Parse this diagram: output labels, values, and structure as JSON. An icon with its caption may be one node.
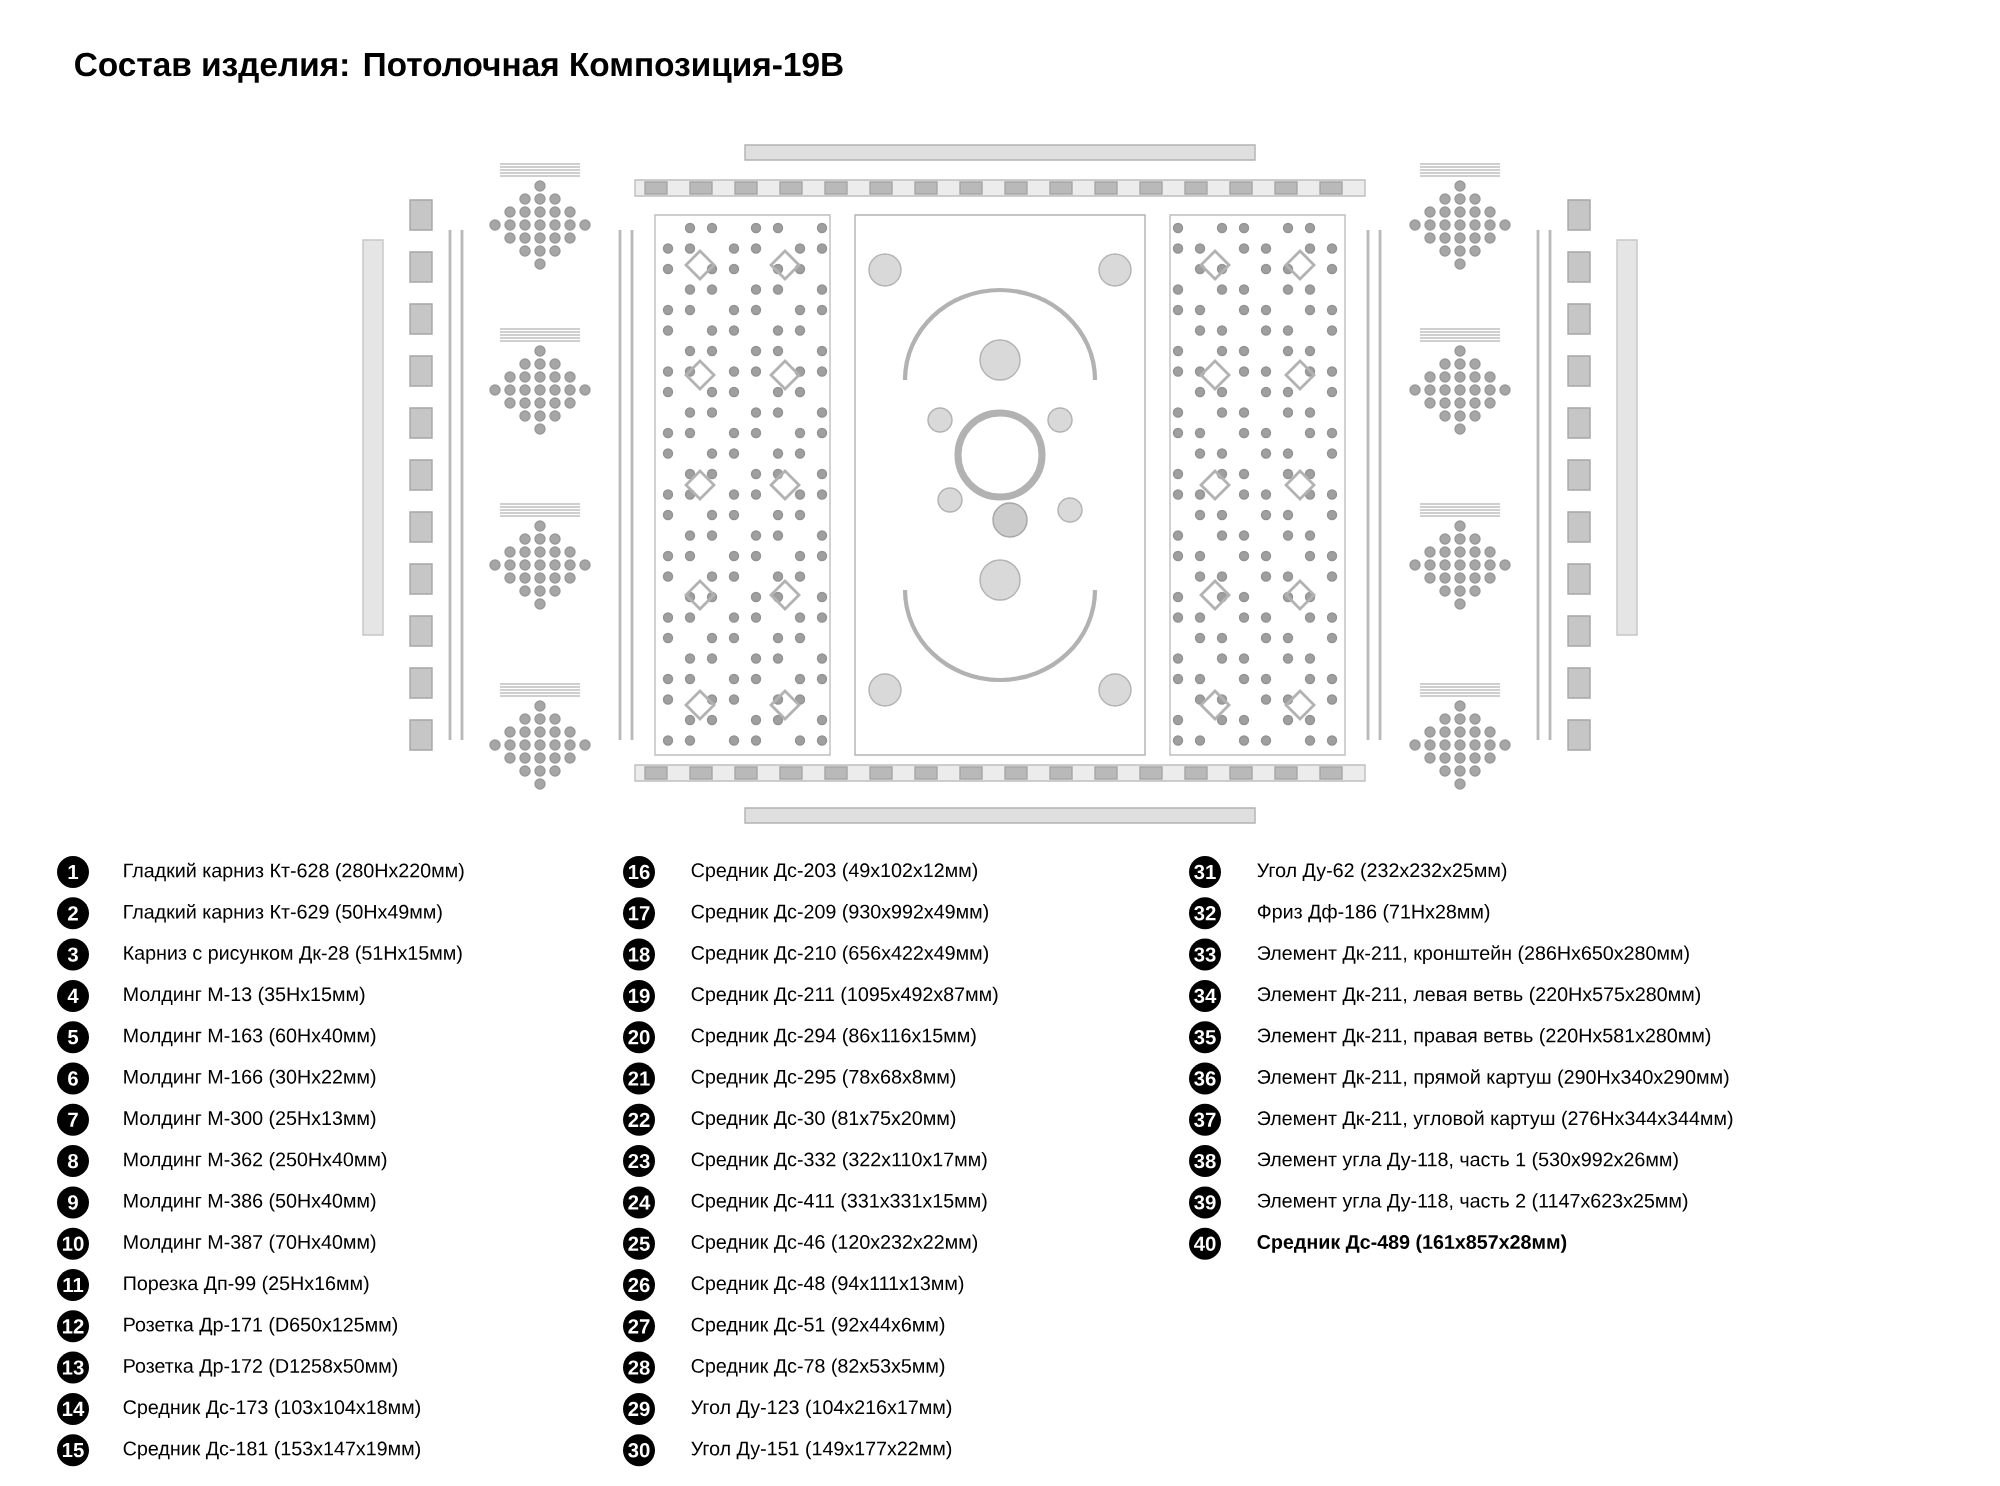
{
  "diagram": {
    "title": "Состав изделия: Потолочная Композиция-19В",
    "labels": [
      "1",
      "Гладкий карниз Кт-628 (280Нх220мм)",
      "2",
      "Гладкий карниз Кт-629 (50Нх49мм)",
      "3",
      "Карниз с рисунком Дк-28 (51Нх15мм)",
      "4",
      "Молдинг М-13 (35Нх15мм)",
      "5",
      "Молдинг М-163 (60Нх40мм)",
      "6",
      "Молдинг М-166 (30Нх22мм)",
      "7",
      "Молдинг М-300 (25Нх13мм)",
      "8",
      "Молдинг М-362 (250Нх40мм)",
      "9",
      "Молдинг М-386 (50Нх40мм)",
      "10",
      "Молдинг М-387 (70Нх40мм)",
      "11",
      "Порезка Дп-99 (25Нх16мм)",
      "12",
      "Розетка Др-171 (D650х125мм)",
      "13",
      "Розетка Др-172 (D1258х50мм)",
      "14",
      "Средник Дс-173 (103х104х18мм)",
      "15",
      "Средник Дс-181 (153х147х19мм)",
      "16",
      "Средник Дс-203 (49х102х12мм)",
      "17",
      "Средник Дс-209 (930х992х49мм)",
      "18",
      "Средник Дс-210 (656х422х49мм)",
      "19",
      "Средник Дс-211 (1095х492х87мм)",
      "20",
      "Средник Дс-294 (86х116х15мм)",
      "21",
      "Средник Дс-295 (78х68х8мм)",
      "22",
      "Средник Дс-30 (81х75х20мм)",
      "23",
      "Средник Дс-332 (322х110х17мм)",
      "24",
      "Средник Дс-411 (331х331х15мм)",
      "25",
      "Средник Дс-46 (120х232х22мм)",
      "26",
      "Средник Дс-48 (94х111х13мм)",
      "27",
      "Средник Дс-51 (92х44х6мм)",
      "28",
      "Средник Дс-78 (82х53х5мм)",
      "29",
      "Угол Ду-123 (104х216х17мм)",
      "30",
      "Угол Ду-151 (149х177х22мм)",
      "31",
      "Угол Ду-62 (232х232х25мм)",
      "32",
      "Фриз Дф-186 (71Нх28мм)",
      "33",
      "Элемент Дк-211, кронштейн (286Нх650х280мм)",
      "34",
      "Элемент Дк-211, левая ветвь (220Нх575х280мм)",
      "35",
      "Элемент Дк-211, правая ветвь (220Нх581х280мм)",
      "36",
      "Элемент Дк-211, прямой картуш (290Нх340х290мм)",
      "37",
      "Элемент Дк-211, угловой картуш (276Нх344х344мм)",
      "38",
      "Элемент угла Ду-118, часть 1 (530х992х26мм)",
      "39",
      "Элемент угла Ду-118, часть 2 (1147х623х25мм)",
      "40",
      "Средник Дс-489 (161х857х28мм)"
    ]
  }
}
